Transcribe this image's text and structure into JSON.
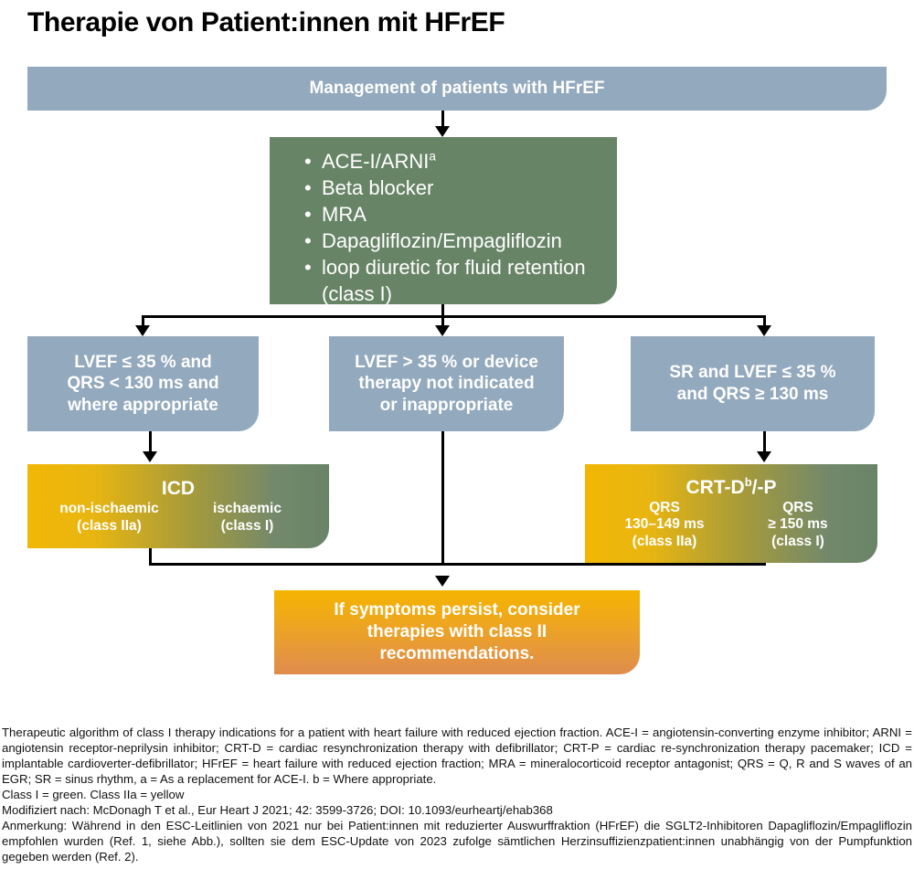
{
  "title": "Therapie von Patient:innen mit HFrEF",
  "colors": {
    "blue_gray": "#93a9bd",
    "green": "#688467",
    "yellow": "#f2b705",
    "orange": "#e08a4a",
    "arrow": "#000000",
    "text_on_box": "#ffffff"
  },
  "header": {
    "label": "Management of patients with HFrEF"
  },
  "therapy": {
    "items": [
      {
        "text": "ACE-I/ARNI",
        "sup": "a"
      },
      {
        "text": "Beta blocker",
        "sup": ""
      },
      {
        "text": "MRA",
        "sup": ""
      },
      {
        "text": "Dapagliflozin/Empagliflozin",
        "sup": ""
      },
      {
        "text": "loop diuretic for fluid retention (class I)",
        "sup": ""
      }
    ]
  },
  "decisions": [
    {
      "name": "lvef-low-qrs-low",
      "lines": [
        "LVEF ≤ 35 % and",
        "QRS < 130 ms and",
        "where appropriate"
      ]
    },
    {
      "name": "lvef-high-or-no-device",
      "lines": [
        "LVEF > 35 % or device",
        "therapy not indicated",
        "or inappropriate"
      ]
    },
    {
      "name": "sr-lvef-low-qrs-high",
      "lines": [
        "SR and LVEF ≤ 35 %",
        "and QRS ≥ 130 ms"
      ]
    }
  ],
  "devices": [
    {
      "name": "icd",
      "title": "ICD",
      "title_sup": "",
      "columns": [
        {
          "lines": [
            "non-ischaemic",
            "(class IIa)"
          ]
        },
        {
          "lines": [
            "ischaemic",
            "(class I)"
          ]
        }
      ]
    },
    {
      "name": "crt",
      "title_prefix": "CRT-D",
      "title_sup": "b",
      "title_suffix": "/-P",
      "columns": [
        {
          "lines": [
            "QRS",
            "130–149 ms",
            "(class IIa)"
          ]
        },
        {
          "lines": [
            "QRS",
            "≥ 150 ms",
            "(class I)"
          ]
        }
      ]
    }
  ],
  "conclusion": {
    "lines": [
      "If symptoms persist, consider",
      "therapies with class II",
      "recommendations."
    ]
  },
  "footnote": {
    "paragraphs": [
      "Therapeutic algorithm of class I therapy indications for a patient with heart failure with reduced ejection fraction. ACE-I = angiotensin-converting enzyme inhibitor; ARNI = angiotensin receptor-neprilysin inhibitor; CRT-D = cardiac resynchronization therapy with defibrillator; CRT-P = cardiac re-synchronization therapy pacemaker; ICD = implantable cardioverter-defibrillator; HFrEF = heart failure with reduced ejection fraction; MRA = mineralocorticoid receptor antagonist; QRS = Q, R and S waves of an EGR; SR = sinus rhythm, a = As a replacement for ACE-I. b = Where appropriate.",
      "Class I = green. Class IIa = yellow",
      "Modifiziert nach: McDonagh T et al., Eur Heart J 2021; 42: 3599-3726; DOI: 10.1093/eurheartj/ehab368",
      "Anmerkung: Während in den ESC-Leitlinien von 2021 nur bei Patient:innen mit reduzierter Auswurffraktion (HFrEF) die SGLT2-Inhibitoren Dapagliflozin/Empagliflozin empfohlen wurden (Ref. 1, siehe Abb.), sollten sie dem ESC-Update von 2023 zufolge sämtlichen Herzinsuffizienzpatient:innen unabhängig von der Pumpfunktion gegeben werden (Ref. 2)."
    ]
  }
}
